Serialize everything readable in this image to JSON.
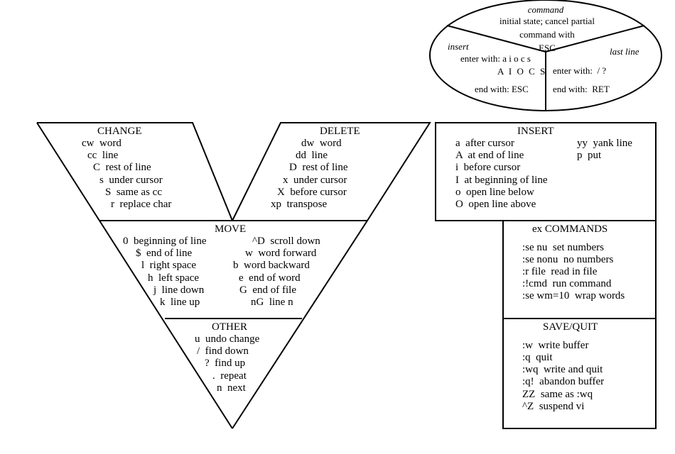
{
  "mode_oval": {
    "command": {
      "label": "command",
      "lines": [
        "initial state; cancel partial",
        "command with",
        "ESC"
      ]
    },
    "insert": {
      "label": "insert",
      "enter_line1": "enter with: a i o c s",
      "enter_line2": "A I O C S",
      "end": "end with: ESC"
    },
    "last_line": {
      "label": "last line",
      "enter": "enter with:  / ?",
      "end": "end with:  RET"
    }
  },
  "change": {
    "title": "CHANGE",
    "items": [
      "cw  word",
      "cc  line",
      "C  rest of line",
      "s  under cursor",
      "S  same as cc",
      "r  replace char"
    ]
  },
  "delete": {
    "title": "DELETE",
    "items": [
      "dw  word",
      "dd  line",
      "D  rest of line",
      "x  under cursor",
      "X  before cursor",
      "xp  transpose"
    ]
  },
  "move": {
    "title": "MOVE",
    "left": [
      "0  beginning of line",
      "$  end of line",
      "l  right space",
      "h  left space",
      "j  line down",
      "k  line up"
    ],
    "right": [
      "^D  scroll down",
      "w  word forward",
      "b  word backward",
      "e  end of word",
      "G  end of file",
      "nG  line n"
    ]
  },
  "other": {
    "title": "OTHER",
    "items": [
      "u  undo change",
      "/  find down",
      "?  find up",
      ".  repeat",
      "n  next"
    ]
  },
  "insert": {
    "title": "INSERT",
    "left": [
      "a  after cursor",
      "A  at end of line",
      "i  before cursor",
      "I  at beginning of line",
      "o  open line below",
      "O  open line above"
    ],
    "right": [
      "yy  yank line",
      "p  put"
    ]
  },
  "ex_commands": {
    "title": "ex COMMANDS",
    "items": [
      ":se nu  set numbers",
      ":se nonu  no numbers",
      ":r file  read in file",
      ":!cmd  run command",
      ":se wm=10  wrap words"
    ]
  },
  "save_quit": {
    "title": "SAVE/QUIT",
    "items": [
      ":w  write buffer",
      ":q  quit",
      ":wq  write and quit",
      ":q!  abandon buffer",
      "ZZ  same as :wq",
      "^Z  suspend vi"
    ]
  }
}
